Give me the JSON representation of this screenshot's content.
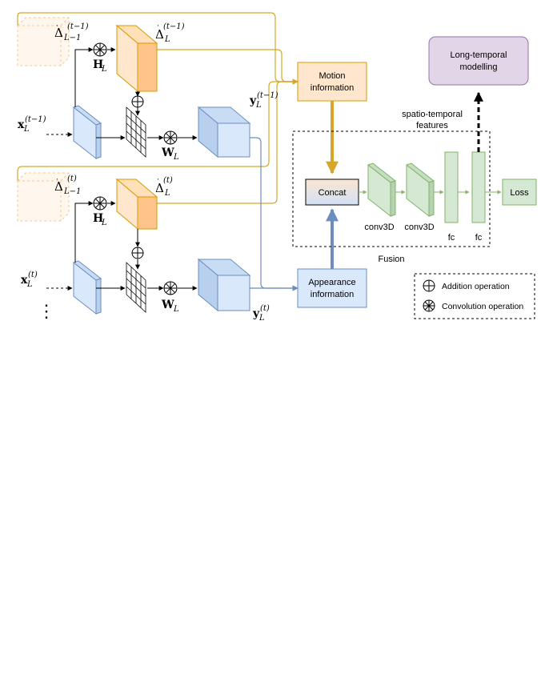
{
  "colors": {
    "motion_fill": "#ffe6cc",
    "motion_stroke": "#d79b00",
    "appearance_fill": "#dae8fc",
    "appearance_stroke": "#6c8ebf",
    "conv_fill": "#d5e8d4",
    "conv_stroke": "#82b366",
    "longtemp_fill": "#e1d5e7",
    "longtemp_stroke": "#9673a6",
    "arrow_gold": "#d6a628",
    "arrow_blue": "#6c8ebf"
  },
  "nodes": {
    "motion": {
      "line1": "Motion",
      "line2": "information"
    },
    "appearance": {
      "line1": "Appearance",
      "line2": "information"
    },
    "concat": "Concat",
    "conv1": "conv3D",
    "conv2": "conv3D",
    "fc1": "fc",
    "fc2": "fc",
    "loss": "Loss",
    "longtemp": {
      "line1": "Long-temporal",
      "line2": "modelling"
    },
    "fusion": "Fusion",
    "features": {
      "line1": "spatio-temporal",
      "line2": "features"
    }
  },
  "legend": {
    "addition": "Addition operation",
    "convolution": "Convolution operation"
  },
  "math": {
    "delta": "Δ",
    "prev_sub": "L−1",
    "cur_sub": "L",
    "sup_t1": "(t−1)",
    "sup_t": "(t)",
    "H": "H",
    "W": "W",
    "x": "x",
    "y": "y",
    "dot": "·",
    "ellipsis": "⋮"
  }
}
